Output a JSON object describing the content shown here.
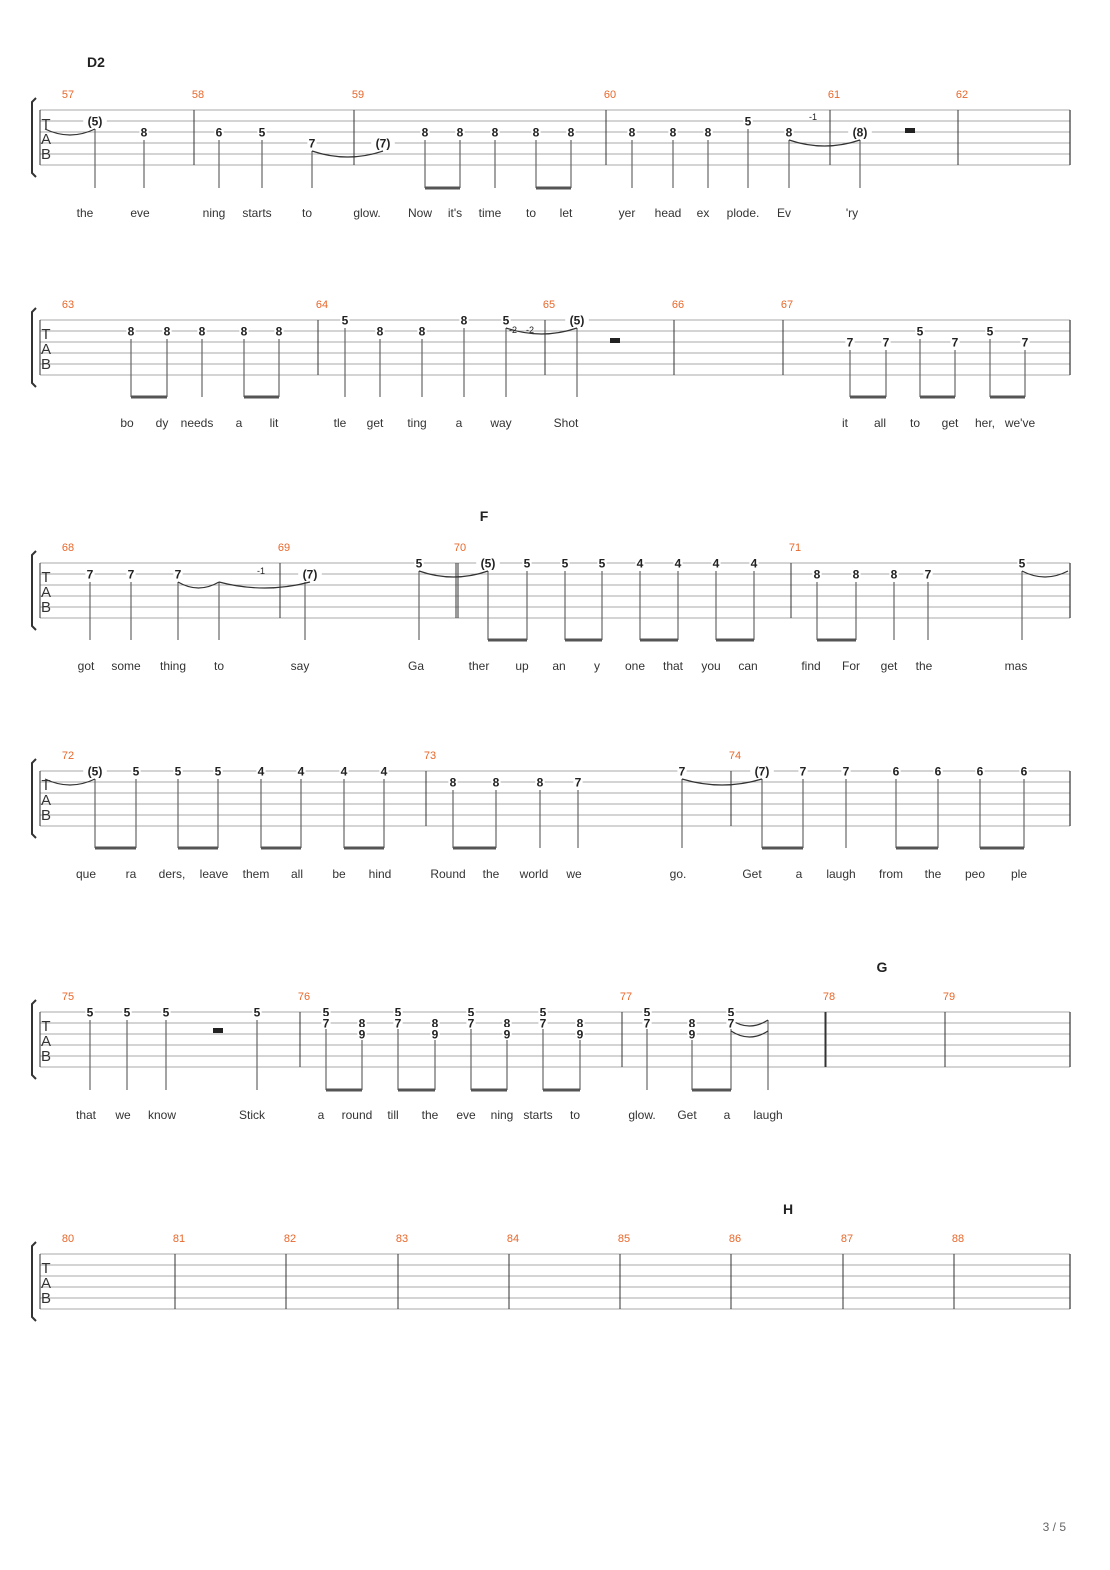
{
  "page_number": "3 / 5",
  "tab_letters": [
    "T",
    "A",
    "B"
  ],
  "systems": [
    {
      "section": "D2",
      "bars": [
        "57",
        "58",
        "59",
        "60",
        "61",
        "62"
      ],
      "frets": [
        "(5)",
        "8",
        "6",
        "5",
        "7",
        "(7)",
        "8",
        "8",
        "8",
        "8",
        "8",
        "8",
        "8",
        "8",
        "5",
        "8",
        "(8)"
      ],
      "bends": [
        "-1"
      ],
      "lyrics": [
        "the",
        "eve",
        "ning",
        "starts",
        "to",
        "glow.",
        "Now",
        "it's",
        "time",
        "to",
        "let",
        "yer",
        "head",
        "ex",
        "plode.",
        "Ev",
        "'ry"
      ]
    },
    {
      "section": "",
      "bars": [
        "63",
        "64",
        "65",
        "66",
        "67"
      ],
      "frets": [
        "8",
        "8",
        "8",
        "8",
        "8",
        "5",
        "8",
        "8",
        "8",
        "5",
        "(5)",
        "7",
        "7",
        "5",
        "7",
        "5",
        "7"
      ],
      "bends": [
        "-2",
        "-2"
      ],
      "lyrics": [
        "bo",
        "dy",
        "needs",
        "a",
        "lit",
        "tle",
        "get",
        "ting",
        "a",
        "way",
        "Shot",
        "it",
        "all",
        "to",
        "get",
        "her,",
        "we've"
      ]
    },
    {
      "section": "F",
      "bars": [
        "68",
        "69",
        "70",
        "71"
      ],
      "frets": [
        "7",
        "7",
        "7",
        "(7)",
        "5",
        "(5)",
        "5",
        "5",
        "5",
        "4",
        "4",
        "4",
        "4",
        "8",
        "8",
        "8",
        "7",
        "5"
      ],
      "bends": [
        "-1"
      ],
      "lyrics": [
        "got",
        "some",
        "thing",
        "to",
        "say",
        "Ga",
        "ther",
        "up",
        "an",
        "y",
        "one",
        "that",
        "you",
        "can",
        "find",
        "For",
        "get",
        "the",
        "mas"
      ]
    },
    {
      "section": "",
      "bars": [
        "72",
        "73",
        "74"
      ],
      "frets": [
        "(5)",
        "5",
        "5",
        "5",
        "4",
        "4",
        "4",
        "4",
        "8",
        "8",
        "8",
        "7",
        "7",
        "(7)",
        "7",
        "7",
        "6",
        "6",
        "6",
        "6"
      ],
      "bends": [],
      "lyrics": [
        "que",
        "ra",
        "ders,",
        "leave",
        "them",
        "all",
        "be",
        "hind",
        "Round",
        "the",
        "world",
        "we",
        "go.",
        "Get",
        "a",
        "laugh",
        "from",
        "the",
        "peo",
        "ple"
      ]
    },
    {
      "section": "G",
      "bars": [
        "75",
        "76",
        "77",
        "78",
        "79"
      ],
      "frets": [
        "5",
        "5",
        "5",
        "5",
        "5",
        "7",
        "8",
        "9",
        "5",
        "7",
        "8",
        "9",
        "5",
        "7",
        "8",
        "9",
        "5",
        "7",
        "8",
        "9",
        "5",
        "7",
        "8",
        "9",
        "5",
        "7"
      ],
      "bends": [],
      "lyrics": [
        "that",
        "we",
        "know",
        "Stick",
        "a",
        "round",
        "till",
        "the",
        "eve",
        "ning",
        "starts",
        "to",
        "glow.",
        "Get",
        "a",
        "laugh"
      ]
    },
    {
      "section": "H",
      "bars": [
        "80",
        "81",
        "82",
        "83",
        "84",
        "85",
        "86",
        "87",
        "88"
      ],
      "frets": [],
      "bends": [],
      "lyrics": []
    }
  ]
}
